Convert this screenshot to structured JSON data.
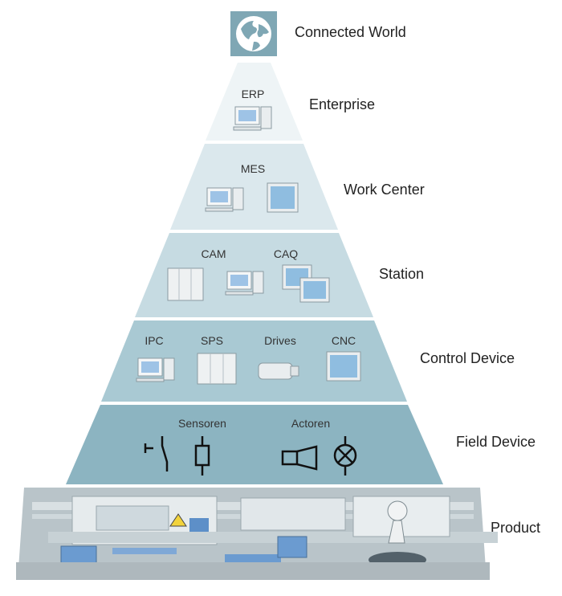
{
  "top": {
    "label": "Connected World",
    "icon": "globe-icon",
    "icon_bg": "#7fa7b4"
  },
  "levels": [
    {
      "label": "Enterprise",
      "devices": [
        "ERP"
      ],
      "color": "#eef4f6"
    },
    {
      "label": "Work Center",
      "devices": [
        "MES"
      ],
      "color": "#dbe8ed"
    },
    {
      "label": "Station",
      "devices": [
        "CAM",
        "CAQ"
      ],
      "color": "#c6dbe2"
    },
    {
      "label": "Control Device",
      "devices": [
        "IPC",
        "SPS",
        "Drives",
        "CNC"
      ],
      "color": "#a9c9d3"
    },
    {
      "label": "Field Device",
      "devices": [
        "Sensoren",
        "Actoren"
      ],
      "color": "#8cb4c1"
    },
    {
      "label": "Product",
      "devices": [],
      "color": "#b9c4c9"
    }
  ]
}
